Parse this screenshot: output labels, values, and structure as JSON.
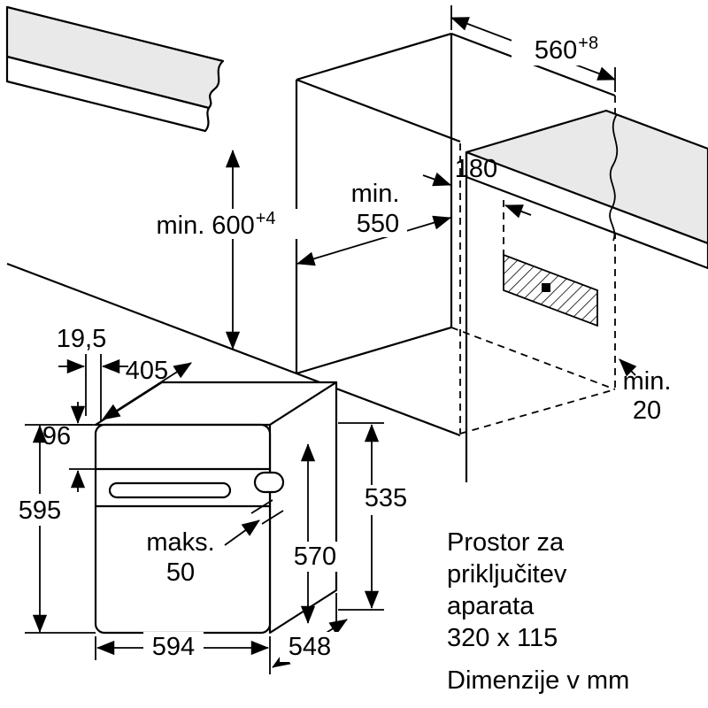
{
  "diagram": {
    "colors": {
      "surface": "#e9e9e9",
      "line": "#000000",
      "background": "#ffffff"
    },
    "top": {
      "niche_width": "560",
      "niche_width_tolerance": "+8",
      "connection_offset": "180",
      "niche_depth_l1": "min.",
      "niche_depth_l2": "550",
      "niche_height": "min. 600",
      "niche_height_tolerance": "+4",
      "back_gap_l1": "min.",
      "back_gap_l2": "20"
    },
    "oven": {
      "front_trim": "19,5",
      "top_depth": "405",
      "panel_height": "96",
      "total_height": "595",
      "rear_height": "535",
      "body_height": "570",
      "handle_l1": "maks.",
      "handle_l2": "50",
      "width": "594",
      "depth": "548"
    },
    "note": {
      "l1": "Prostor za",
      "l2": "priključitev",
      "l3": "aparata",
      "l4": "320 x 115"
    },
    "footer": "Dimenzije v mm"
  }
}
